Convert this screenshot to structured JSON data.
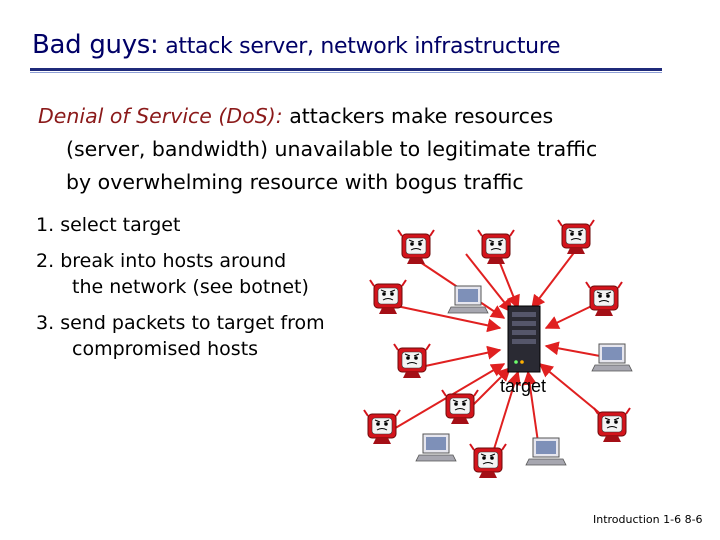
{
  "slide": {
    "title_lead": "Bad guys:",
    "title_rest": " attack server, network infrastructure",
    "dos_highlight": "Denial of Service (DoS):",
    "dos_line1": " attackers make resources",
    "dos_line2": "(server, bandwidth) unavailable to legitimate traffic",
    "dos_line3": "by overwhelming resource with bogus traffic",
    "steps": [
      {
        "num": "1.",
        "text": "select target",
        "cont": ""
      },
      {
        "num": "2.",
        "text": "break into hosts around",
        "cont": "the network (see botnet)"
      },
      {
        "num": "3.",
        "text": "send packets to target from",
        "cont": "compromised hosts"
      }
    ],
    "target_label": "target",
    "footer": "Introduction 1-6 8-6"
  },
  "colors": {
    "title": "#000066",
    "highlight": "#8b1a1a",
    "arrow": "#e02020"
  },
  "icons": {
    "compromised_host": "evil-face-pc-icon",
    "normal_host": "laptop-icon",
    "server": "server-tower-icon"
  }
}
